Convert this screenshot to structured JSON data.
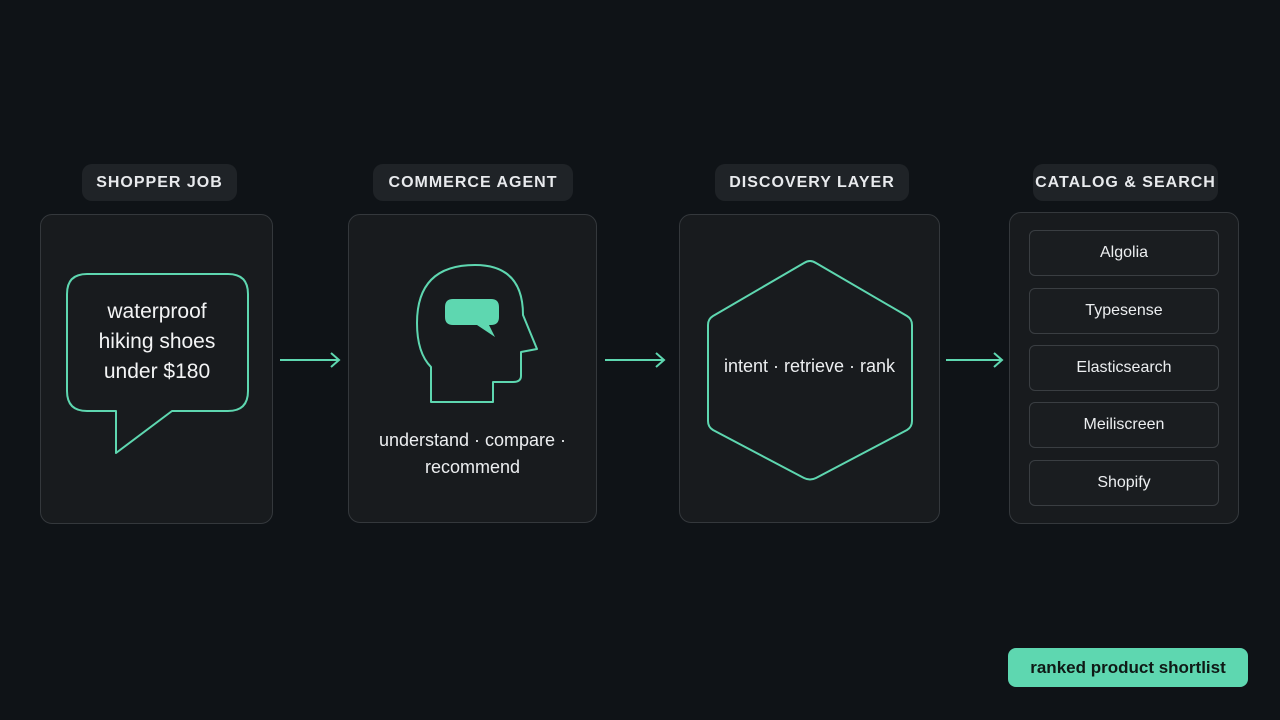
{
  "colors": {
    "background": "#0f1317",
    "accent": "#5ed7b0",
    "card": "#181b1e",
    "label_bg": "#1f2327"
  },
  "stages": [
    {
      "label": "SHOPPER JOB",
      "text": "waterproof\nhiking shoes\nunder $180",
      "icon": "speech-bubble-icon"
    },
    {
      "label": "COMMERCE AGENT",
      "text": "understand · compare ·\nrecommend",
      "icon": "head-with-chat-icon"
    },
    {
      "label": "DISCOVERY LAYER",
      "text": "intent · retrieve · rank",
      "icon": "hexagon-icon"
    },
    {
      "label": "CATALOG & SEARCH"
    }
  ],
  "engines": [
    "Algolia",
    "Typesense",
    "Elasticsearch",
    "Meiliscreen",
    "Shopify"
  ],
  "output": "ranked product shortlist"
}
